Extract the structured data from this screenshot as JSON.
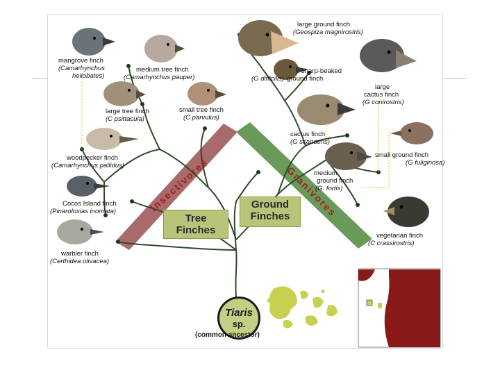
{
  "birds": [
    {
      "id": "mangrove",
      "name": "mangrove finch",
      "sci": "(Camarhynchus",
      "sci2": "heliobates)"
    },
    {
      "id": "medium_tree",
      "name": "medium tree finch",
      "sci": "(Camarhynchus pauper)"
    },
    {
      "id": "large_tree",
      "name": "large tree finch",
      "sci": "(C psittacula)"
    },
    {
      "id": "small_tree",
      "name": "small tree finch",
      "sci": "(C parvulus)"
    },
    {
      "id": "woodpecker",
      "name": "woodpecker finch",
      "sci": "(Camarhynchus pallidus)"
    },
    {
      "id": "cocos",
      "name": "Cocos Island finch",
      "sci": "(Pinaroloxias inornata)"
    },
    {
      "id": "warbler",
      "name": "warbler finch",
      "sci": "(Certhidea olivacea)"
    },
    {
      "id": "large_ground",
      "name": "large ground finch",
      "sci": "(Geospiza magnirostris)"
    },
    {
      "id": "sharp_beaked",
      "name": "sharp-beaked",
      "name2": "ground finch",
      "sci": "(G difficilis)"
    },
    {
      "id": "large_cactus",
      "name": "large",
      "name2": "cactus finch",
      "sci": "(G conirostris)"
    },
    {
      "id": "cactus",
      "name": "cactus finch",
      "sci": "(G scandens)"
    },
    {
      "id": "small_ground",
      "name": "small ground finch",
      "sci": "(G fuliginosa)"
    },
    {
      "id": "medium_ground",
      "name": "medium",
      "name2": "ground finch",
      "sci": "(G. fortis)"
    },
    {
      "id": "vegetarian",
      "name": "vegetarian finch",
      "sci": "(C crassirostris)"
    }
  ],
  "groups": {
    "insectivores": "Insectivores",
    "granivores": "Granivores",
    "tree_finches": "Tree Finches",
    "ground_finches": "Ground Finches"
  },
  "ancestor": {
    "name": "Tiaris",
    "name2": "sp.",
    "caption": "(common ancestor)"
  },
  "colors": {
    "insectivore_band": "#a86a6a",
    "granivore_band": "#6a9a5a",
    "box": "#b8c47a",
    "map_sea": "#ffffff",
    "map_land": "#8a1a1a",
    "islands": "#c8d050"
  }
}
